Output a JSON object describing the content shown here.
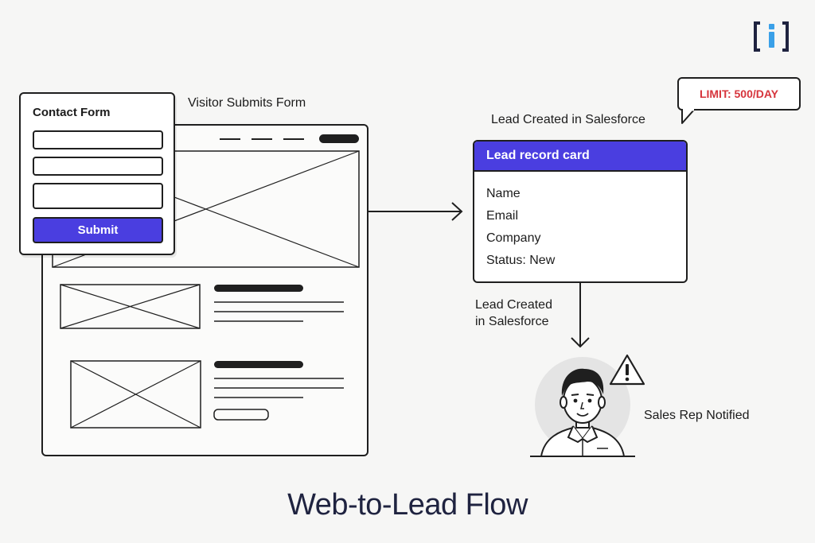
{
  "logo": {
    "text": "[i]",
    "bracket_color": "#1f2340",
    "accent_color": "#3aa0e8"
  },
  "form": {
    "title": "Contact Form",
    "submit_label": "Submit"
  },
  "labels": {
    "visitor_submits": "Visitor Submits Form",
    "lead_created_top": "Lead Created in Salesforce",
    "lead_created_side_line1": "Lead Created",
    "lead_created_side_line2": "in Salesforce",
    "sales_rep": "Sales Rep Notified"
  },
  "lead_card": {
    "header": "Lead record card",
    "fields": [
      "Name",
      "Email",
      "Company",
      "Status: New"
    ]
  },
  "limit": "LIMIT: 500/DAY",
  "footer_title": "Web-to-Lead Flow",
  "colors": {
    "accent": "#4a3ee0",
    "limit_text": "#d6343c",
    "title_text": "#1f2340"
  },
  "icons": [
    "logo-icon",
    "arrow-right-icon",
    "arrow-down-icon",
    "warning-icon",
    "person-avatar-icon"
  ]
}
